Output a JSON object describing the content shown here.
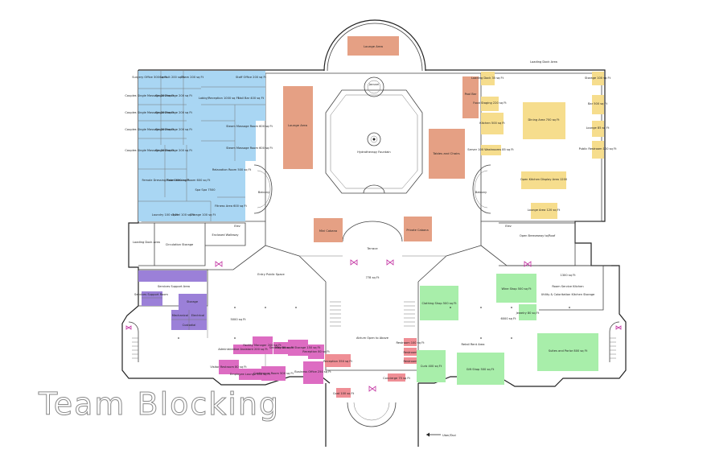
{
  "caption": "Team Blocking",
  "colors": {
    "blue": "#a9d6f3",
    "salmon": "#e5a084",
    "yellow": "#f6dd8d",
    "purple": "#9b80d8",
    "magenta": "#dd6cc2",
    "pink": "#ef8e95",
    "green": "#a8eeaa"
  },
  "labels": {
    "lounge_top": "Lounge Area",
    "lounge_left": "Lounge Area",
    "tables_chairs": "Tables and Chairs",
    "pool_bar": "Pool Bar",
    "jacuzzi": "Jacuzzi",
    "fountain": "Hydrotherapy Fountain",
    "mini_cabana": "Mini Cabana",
    "private_cabana": "Private Cabana",
    "terrace": "Terrace",
    "balcony_left": "Balcony",
    "balcony_right": "Balcony",
    "loading_left": "Loading Dock Area",
    "loading_top_right": "Loading Dock Area",
    "circulation_storage": "Circulation Storage",
    "enclosed_walkway": "Enclosed Walkway",
    "open_breezeway": "Open Breezeway to/Roof",
    "entry_public": "Entry Public Space",
    "lobby_sqft": "778 sq Ft",
    "atrium": "Atrium Open to Above",
    "services_support": "Services Support Area",
    "left_area_sqft": "5000 sq Ft",
    "right_area_sqft": "6000 sq Ft",
    "retail_rent": "Retail Rent Area",
    "room_service": "Room Service Kitchen",
    "room_service_sqft": "1300 sq Ft",
    "utility": "Utility & Coloritation Kitchen Storage",
    "spa_title": "Spa Spa 7500",
    "elev": "Elev",
    "arrow_label": "Uber/Taxi",
    "blue_rooms": [
      "Surgery Office 300 sq Ft",
      "Consult 200 sq Ft",
      "Exam 200 sq Ft",
      "Staff Office 200 sq Ft",
      "Couples Single Massage 200 sq Ft",
      "Single Massage 200 sq Ft",
      "Lobby/Reception 1000 sq Ft",
      "Nail Bar 400 sq Ft",
      "Couples Single Massage 200 sq Ft",
      "Single Massage 200 sq Ft",
      "Steam Massage Room 600 sq Ft",
      "Couples Single Massage 200 sq Ft",
      "Single Massage 200 sq Ft",
      "Steam Massage Room 600 sq Ft",
      "Couples Single Massage 200 sq Ft",
      "Single Massage 200 sq Ft",
      "Relaxation Room 500 sq Ft",
      "Female Dressing Room 600 sq Ft",
      "Male Dressing Room 600 sq Ft",
      "Fitness Area 600 sq Ft",
      "Laundry 100 sq Ft",
      "Towel 100 sq Ft",
      "Storage 100 sq Ft"
    ],
    "yellow_rooms": [
      "Loading Dock 35 sq Ft",
      "Storage 100 sq Ft",
      "Food Staging 220 sq Ft",
      "Bar 500 sq Ft",
      "Dining Area 700 sq Ft",
      "Kitchen 500 sq Ft",
      "Lounge 85 sq Ft",
      "Public Restroom 100 sq Ft",
      "Server 100 Washrooms 85 sq Ft",
      "Open Kitchen Display Area 1200",
      "Lounge Area 120 sq Ft"
    ],
    "magenta_rooms": [
      "Facility Manager 200 sq Ft",
      "Administrative Assistant 200 sq Ft",
      "Security 80 sq Ft",
      "Maintenance Storage 150 sq Ft",
      "Reception 80 sq Ft",
      "Visitor Restroom 80 sq Ft",
      "Employee Lounge 350 sq Ft",
      "Conference Room 500 sq Ft",
      "Business Office 250 sq Ft"
    ],
    "pink_rooms": [
      "Reception 350 sq Ft",
      "Restroom 100 sq Ft",
      "Restroom",
      "Restroom",
      "Concierge 75 sq Ft",
      "Coat 100 sq Ft"
    ],
    "green_rooms": [
      "Clothing Shop 500 sq Ft",
      "Wine Shop 500 sq Ft",
      "Jewelry 80 sq Ft",
      "Curb 400 sq Ft",
      "Gift Shop 500 sq Ft",
      "Suites and Parlor 800 sq Ft"
    ],
    "purple_rooms": [
      "Services Support Room",
      "Storage",
      "Mechanical",
      "Electrical",
      "Custodial"
    ]
  }
}
